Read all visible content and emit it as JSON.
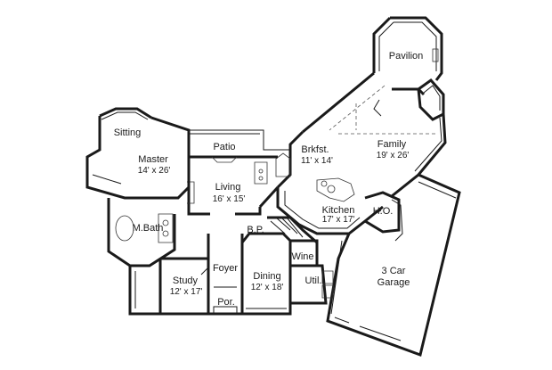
{
  "rooms": [
    {
      "id": "pavilion",
      "name": "Pavilion",
      "dim": ""
    },
    {
      "id": "sitting",
      "name": "Sitting",
      "dim": ""
    },
    {
      "id": "patio",
      "name": "Patio",
      "dim": ""
    },
    {
      "id": "brkfst",
      "name": "Brkfst.",
      "dim": "11' x 14'"
    },
    {
      "id": "family",
      "name": "Family",
      "dim": "19' x 26'"
    },
    {
      "id": "master",
      "name": "Master",
      "dim": "14' x 26'"
    },
    {
      "id": "living",
      "name": "Living",
      "dim": "16' x 15'"
    },
    {
      "id": "kitchen",
      "name": "Kitchen",
      "dim": "17' x 17'"
    },
    {
      "id": "ho",
      "name": "H.O.",
      "dim": ""
    },
    {
      "id": "mbath",
      "name": "M.Bath",
      "dim": ""
    },
    {
      "id": "bp",
      "name": "B.P.",
      "dim": ""
    },
    {
      "id": "wine",
      "name": "Wine",
      "dim": ""
    },
    {
      "id": "foyer",
      "name": "Foyer",
      "dim": ""
    },
    {
      "id": "study",
      "name": "Study",
      "dim": "12' x 17'"
    },
    {
      "id": "dining",
      "name": "Dining",
      "dim": "12' x 18'"
    },
    {
      "id": "util",
      "name": "Util.",
      "dim": ""
    },
    {
      "id": "garage",
      "name": "3 Car Garage",
      "dim": ""
    },
    {
      "id": "por",
      "name": "Por.",
      "dim": ""
    }
  ]
}
